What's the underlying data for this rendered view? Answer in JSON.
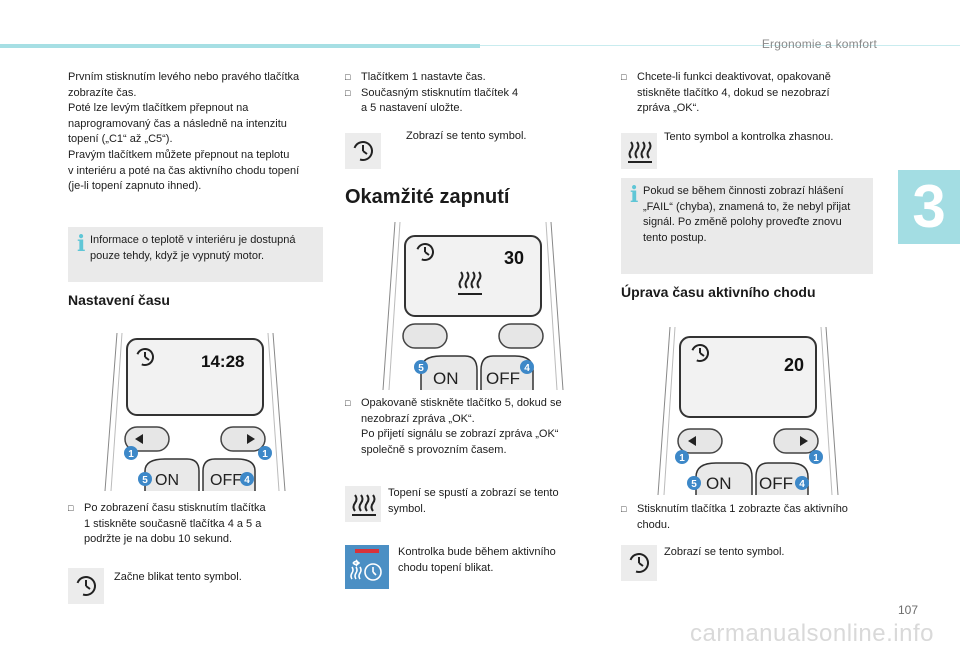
{
  "header": {
    "running_head": "Ergonomie a komfort",
    "chapter_number": "3",
    "page_number": "107",
    "watermark": "carmanualsonline.info"
  },
  "col1": {
    "intro_lines": [
      "Prvním stisknutím levého nebo pravého tlačítka",
      "zobrazíte čas.",
      "Poté lze levým tlačítkem přepnout na",
      "naprogramovaný čas a následně na intenzitu",
      "topení („C1“ až „C5“).",
      "Pravým tlačítkem můžete přepnout na teplotu",
      "v interiéru a poté na čas aktivního chodu topení",
      "(je-li topení zapnuto ihned)."
    ],
    "info_box": [
      "Informace o teplotě v interiéru je dostupná",
      "pouze tehdy, když je vypnutý motor."
    ],
    "heading": "Nastavení času",
    "device": {
      "screen_value": "14:28",
      "btn_on": "ON",
      "btn_off": "OFF",
      "badge_left": "1",
      "badge_right": "1",
      "badge_on": "5",
      "badge_off": "4"
    },
    "bullet_lines": [
      "Po zobrazení času stisknutím tlačítka",
      "1 stiskněte současně tlačítka 4 a 5 a",
      "podržte je na dobu 10 sekund."
    ],
    "symbol_note": "Začne blikat tento symbol."
  },
  "col2": {
    "bullet_lines": [
      "Tlačítkem 1 nastavte čas.",
      "Současným stisknutím tlačítek 4",
      "a 5 nastavení uložte."
    ],
    "symbol_note": "Zobrazí se tento symbol.",
    "heading": "Okamžité zapnutí",
    "device": {
      "screen_value": "30",
      "btn_on": "ON",
      "btn_off": "OFF",
      "badge_on": "5",
      "badge_off": "4"
    },
    "bullet2_lines": [
      "Opakovaně stiskněte tlačítko 5, dokud se",
      "nezobrazí zpráva „OK“.",
      "Po přijetí signálu se zobrazí zpráva „OK“",
      "společně s provozním časem."
    ],
    "note_heat": [
      "Topení se spustí a zobrazí se tento",
      "symbol."
    ],
    "note_lamp": [
      "Kontrolka bude během aktivního",
      "chodu topení blikat."
    ]
  },
  "col3": {
    "bullet_lines": [
      "Chcete-li funkci deaktivovat, opakovaně",
      "stiskněte tlačítko 4, dokud se nezobrazí",
      "zpráva „OK“."
    ],
    "symbol_note": "Tento symbol a kontrolka zhasnou.",
    "info_box": [
      "Pokud se během činnosti zobrazí hlášení",
      "„FAIL“ (chyba), znamená to, že nebyl přijat",
      "signál. Po změně polohy proveďte znovu",
      "tento postup."
    ],
    "heading": "Úprava času aktivního chodu",
    "device": {
      "screen_value": "20",
      "btn_on": "ON",
      "btn_off": "OFF",
      "badge_left": "1",
      "badge_right": "1",
      "badge_on": "5",
      "badge_off": "4"
    },
    "bullet2_lines": [
      "Stisknutím tlačítka 1 zobrazte čas aktivního",
      "chodu."
    ],
    "symbol_note2": "Zobrazí se tento symbol."
  },
  "colors": {
    "accent": "#a3dde3",
    "info_icon": "#5fc6d6",
    "badge": "#3d88c8",
    "info_bg": "#eaeaea",
    "lamp_red": "#d8323a",
    "lamp_bg": "#4b8fc4"
  },
  "icons": {
    "bullet": "checkbox-bullet-icon",
    "timer": "timer-icon",
    "heat": "heat-waves-icon",
    "indicator": "heater-indicator-icon",
    "info": "info-icon"
  }
}
